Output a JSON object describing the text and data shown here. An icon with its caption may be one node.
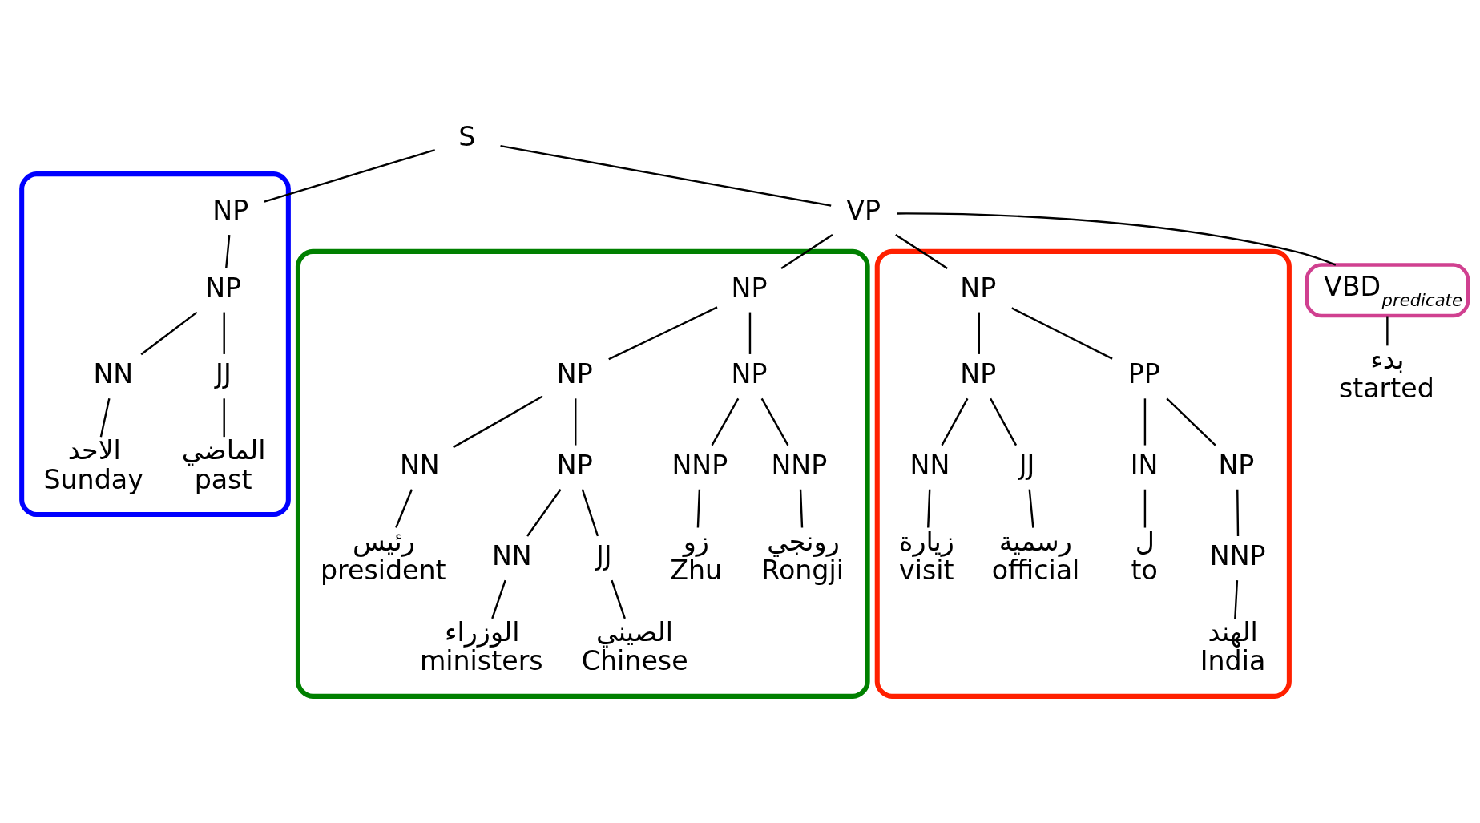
{
  "diagram": {
    "nodes": [
      {
        "text": [
          "S"
        ]
      },
      {
        "text": [
          "VP"
        ]
      },
      {
        "text": [],
        "shape": "ellipse"
      },
      {
        "text": [
          "NP"
        ],
        "in": 2
      },
      {
        "text": [
          "VBD$_{predicate}$"
        ]
      },
      {
        "text": [],
        "shape": "ellipse"
      },
      {
        "text": [
          "NP"
        ],
        "in": 5
      },
      {
        "text": [],
        "shape": "ellipse"
      },
      {
        "text": [
          "NP"
        ],
        "in": 7
      },
      {
        "text": [
          "NP"
        ],
        "in": 2
      },
      {
        "text": [
          "بدء",
          "started"
        ]
      },
      {
        "text": [
          "NP"
        ],
        "in": 5
      },
      {
        "text": [
          "NP"
        ],
        "in": 5
      },
      {
        "text": [
          "NP"
        ],
        "in": 7
      },
      {
        "text": [
          "PP"
        ],
        "in": 7
      },
      {
        "text": [
          "NN"
        ],
        "in": 2
      },
      {
        "text": [
          "JJ"
        ],
        "in": 2
      },
      {
        "text": [
          "NN"
        ],
        "in": 5
      },
      {
        "text": [
          "NP"
        ],
        "in": 5
      },
      {
        "text": [
          "NNP"
        ],
        "in": 5
      },
      {
        "text": [
          "NNP"
        ],
        "in": 5
      },
      {
        "text": [
          "NN"
        ],
        "in": 7
      },
      {
        "text": [
          "JJ"
        ],
        "in": 7
      },
      {
        "text": [
          "IN"
        ],
        "in": 7
      },
      {
        "text": [
          "NP"
        ],
        "in": 7
      },
      {
        "text": [
          "الاحد",
          "Sunday"
        ],
        "in": 2
      },
      {
        "text": [
          "الماضي",
          "past"
        ],
        "in": 2
      },
      {
        "text": [
          "رئيس",
          "president"
        ],
        "in": 5
      },
      {
        "text": [
          "NN"
        ],
        "in": 5
      },
      {
        "text": [
          "JJ"
        ],
        "in": 5
      },
      {
        "text": [
          "زو",
          "Zhu"
        ],
        "in": 5
      },
      {
        "text": [
          "رونجي",
          "Rongji"
        ],
        "in": 5
      },
      {
        "text": [
          "زيارة",
          "visit"
        ],
        "in": 7
      },
      {
        "text": [
          "رسمية",
          "official"
        ],
        "in": 7
      },
      {
        "text": [
          "ل",
          "to"
        ],
        "in": 7
      },
      {
        "text": [
          "NNP"
        ],
        "in": 7
      },
      {
        "text": [
          "الوزراء",
          "ministers"
        ],
        "in": 5
      },
      {
        "text": [
          "الصيني",
          "Chinese"
        ],
        "in": 5
      },
      {
        "text": [
          "الهند",
          "India"
        ],
        "in": 7
      }
    ],
    "edges": [
      {
        "from": 0,
        "to": 1,
        "arrow": "none"
      },
      {
        "from": 0,
        "to": 3,
        "arrow": "none"
      },
      {
        "from": 1,
        "to": 4,
        "arrow": "none"
      },
      {
        "from": 1,
        "to": 6,
        "arrow": "none"
      },
      {
        "from": 1,
        "to": 8,
        "arrow": "none"
      },
      {
        "from": 3,
        "to": 9,
        "arrow": "none"
      },
      {
        "from": 4,
        "to": 10,
        "arrow": "none"
      },
      {
        "from": 6,
        "to": 11,
        "arrow": "none"
      },
      {
        "from": 6,
        "to": 12,
        "arrow": "none"
      },
      {
        "from": 8,
        "to": 13,
        "arrow": "none"
      },
      {
        "from": 8,
        "to": 14,
        "arrow": "none"
      },
      {
        "from": 9,
        "to": 15,
        "arrow": "none"
      },
      {
        "from": 9,
        "to": 16,
        "arrow": "none"
      },
      {
        "from": 11,
        "to": 17,
        "arrow": "none"
      },
      {
        "from": 11,
        "to": 18,
        "arrow": "none"
      },
      {
        "from": 12,
        "to": 19,
        "arrow": "none"
      },
      {
        "from": 12,
        "to": 20,
        "arrow": "none"
      },
      {
        "from": 13,
        "to": 21,
        "arrow": "none"
      },
      {
        "from": 13,
        "to": 22,
        "arrow": "none"
      },
      {
        "from": 14,
        "to": 23,
        "arrow": "none"
      },
      {
        "from": 14,
        "to": 24,
        "arrow": "none"
      },
      {
        "from": 15,
        "to": 25,
        "arrow": "none"
      },
      {
        "from": 16,
        "to": 26,
        "arrow": "none"
      },
      {
        "from": 17,
        "to": 27,
        "arrow": "none"
      },
      {
        "from": 18,
        "to": 28,
        "arrow": "none"
      },
      {
        "from": 18,
        "to": 29,
        "arrow": "none"
      },
      {
        "from": 19,
        "to": 30,
        "arrow": "none"
      },
      {
        "from": 20,
        "to": 31,
        "arrow": "none"
      },
      {
        "from": 21,
        "to": 32,
        "arrow": "none"
      },
      {
        "from": 22,
        "to": 33,
        "arrow": "none"
      },
      {
        "from": 23,
        "to": 34,
        "arrow": "none"
      },
      {
        "from": 24,
        "to": 35,
        "arrow": "none"
      },
      {
        "from": 28,
        "to": 36,
        "arrow": "none"
      },
      {
        "from": 29,
        "to": 37,
        "arrow": "none"
      },
      {
        "from": 35,
        "to": 38,
        "arrow": "none"
      }
    ]
  }
}
